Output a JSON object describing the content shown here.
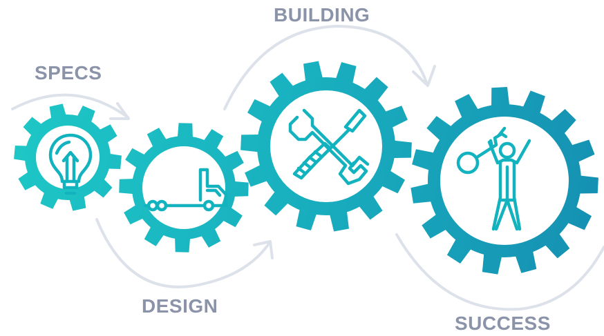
{
  "steps": [
    {
      "id": "specs",
      "label": "SPECS",
      "icon": "lightbulb-icon"
    },
    {
      "id": "design",
      "label": "DESIGN",
      "icon": "truck-icon"
    },
    {
      "id": "building",
      "label": "BUILDING",
      "icon": "wrench-screwdriver-icon"
    },
    {
      "id": "success",
      "label": "SUCCESS",
      "icon": "person-with-key-icon"
    }
  ],
  "colors": {
    "gear_light": "#1cc4c4",
    "gear_dark": "#1596b3",
    "arrow": "#dde1ea",
    "label": "#8a93a8",
    "icon": "#12b3bf"
  }
}
